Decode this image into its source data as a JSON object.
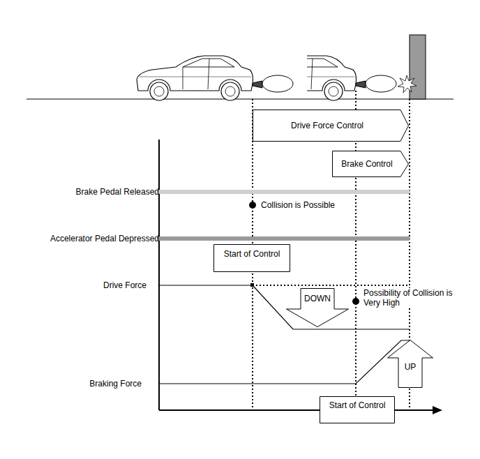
{
  "diagram": {
    "nodes": [
      {
        "text": [
          "Drive Force Control"
        ]
      },
      {
        "text": [
          "Brake Control"
        ]
      },
      {
        "text": [
          "Start of Control"
        ]
      },
      {
        "text": [
          "DOWN"
        ]
      },
      {
        "text": [
          "UP"
        ]
      },
      {
        "text": [
          "Start of Control"
        ]
      }
    ],
    "labels": [
      "Brake Pedal Released",
      "Collision is Possible",
      "Accelerator Pedal Depressed",
      "Drive Force",
      "Possibility of Collision is Very High",
      "Braking Force"
    ]
  }
}
